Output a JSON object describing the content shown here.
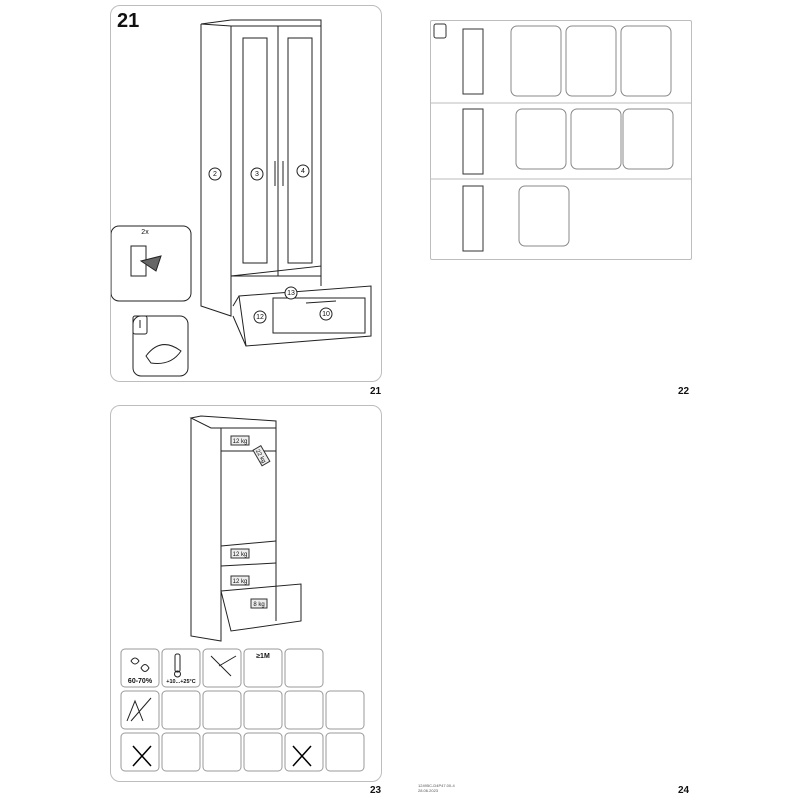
{
  "pages": [
    {
      "number": "21",
      "step": "21",
      "multiplier": "2x",
      "part_labels": [
        "2",
        "3",
        "4",
        "13",
        "12",
        "10"
      ]
    },
    {
      "number": "22"
    },
    {
      "number": "23",
      "weights": [
        "12 kg",
        "22 kg",
        "12 kg",
        "12 kg",
        "8 kg"
      ],
      "humidity": "60-70%",
      "temperature": "+10...+25°C",
      "distance": "≥1M"
    },
    {
      "number": "24",
      "doc_code": "12495C-D4P47.00-4",
      "doc_date": "28.06.2023"
    }
  ]
}
